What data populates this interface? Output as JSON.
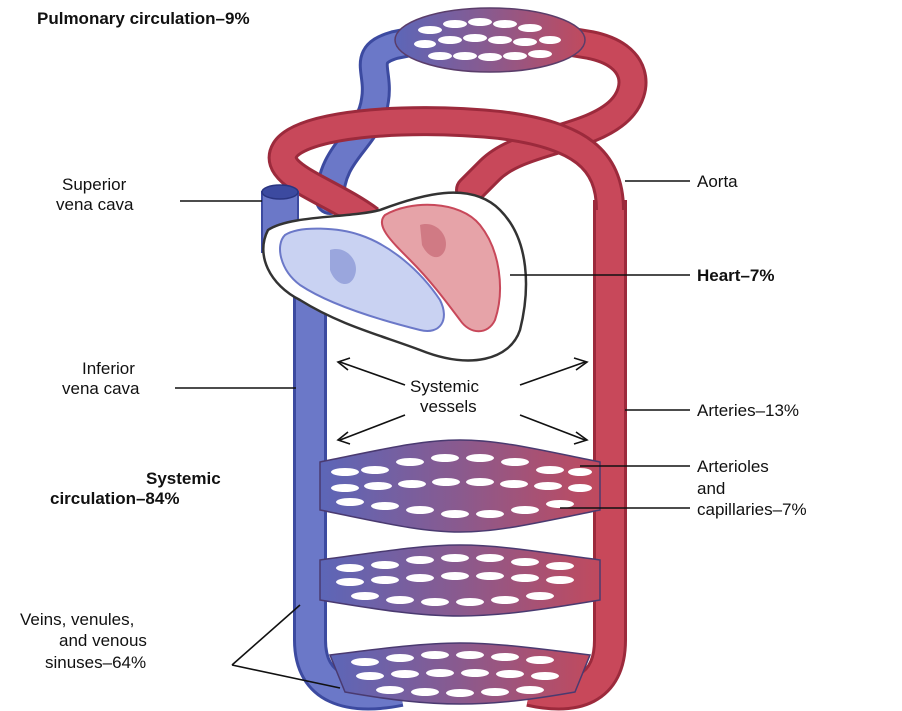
{
  "labels": {
    "pulmonary": "Pulmonary circulation–9%",
    "superior_1": "Superior",
    "superior_2": "vena cava",
    "aorta": "Aorta",
    "heart": "Heart–7%",
    "inferior_1": "Inferior",
    "inferior_2": "vena cava",
    "systemic_vessels_1": "Systemic",
    "systemic_vessels_2": "vessels",
    "arteries": "Arteries–13%",
    "systemic_circ_1": "Systemic",
    "systemic_circ_2": "circulation–84%",
    "arterioles_1": "Arterioles",
    "arterioles_2": "and",
    "arterioles_3": "capillaries–7%",
    "veins_1": "Veins, venules,",
    "veins_2": "and venous",
    "veins_3": "sinuses–64%"
  },
  "colors": {
    "venous_blue": "#6b78c8",
    "venous_blue_dark": "#3c4aa0",
    "arterial_red": "#c8485a",
    "arterial_red_dark": "#9c2a3c",
    "heart_outline": "#333333",
    "heart_light_blue": "#c9d2f2",
    "heart_light_red": "#e6a3a8",
    "capillary_purple": "#8a5a8e"
  }
}
